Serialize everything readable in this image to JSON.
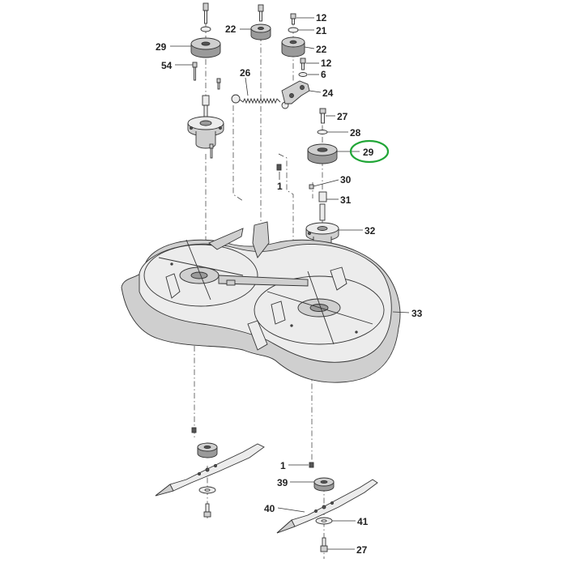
{
  "labels": {
    "p12a": "12",
    "p21": "21",
    "p22a": "22",
    "p22b": "22",
    "p29a": "29",
    "p12b": "12",
    "p54": "54",
    "p6": "6",
    "p26": "26",
    "p24": "24",
    "p27a": "27",
    "p28": "28",
    "p29b": "29",
    "p1a": "1",
    "p30": "30",
    "p31": "31",
    "p32": "32",
    "p33": "33",
    "p1b": "1",
    "p39": "39",
    "p40": "40",
    "p41": "41",
    "p27b": "27"
  },
  "highlight": {
    "part": "29",
    "color": "#21a637"
  },
  "colors": {
    "line": "#333333",
    "shade_light": "#ececec",
    "shade_mid": "#cfcfcf",
    "shade_dark": "#9a9a9a"
  }
}
